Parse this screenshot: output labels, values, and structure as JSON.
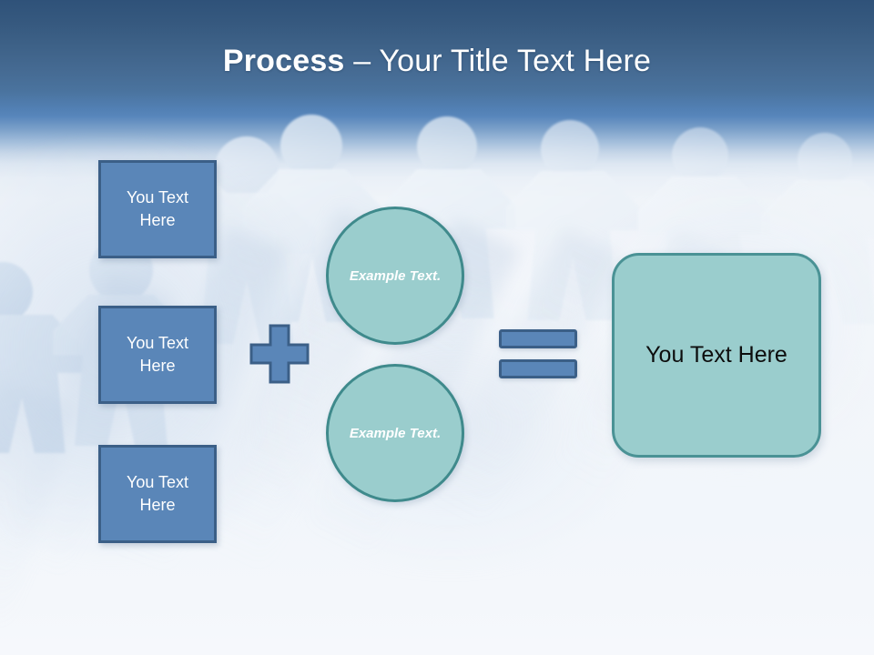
{
  "slide": {
    "title_strong": "Process",
    "title_rest": " – Your Title Text Here",
    "title_full": "Process – Your Title Text Here"
  },
  "colors": {
    "header_top": "#2f5279",
    "header_bottom": "#5886bb",
    "box_blue_fill": "#5a86b8",
    "box_blue_border": "#3b5f87",
    "teal_fill": "#9acdcd",
    "teal_border": "#3f8a8c",
    "result_border": "#4a9295",
    "title_text": "#ffffff",
    "result_text": "#0d0d0d",
    "background": "#f2f5fa"
  },
  "inputs": [
    {
      "label": "You Text Here"
    },
    {
      "label": "You Text Here"
    },
    {
      "label": "You Text Here"
    }
  ],
  "operators": {
    "plus": "+",
    "plus_name": "plus-operator",
    "equals": "=",
    "equals_name": "equals-operator"
  },
  "factors": [
    {
      "label": "Example Text."
    },
    {
      "label": "Example Text."
    }
  ],
  "result": {
    "label": "You Text Here"
  }
}
